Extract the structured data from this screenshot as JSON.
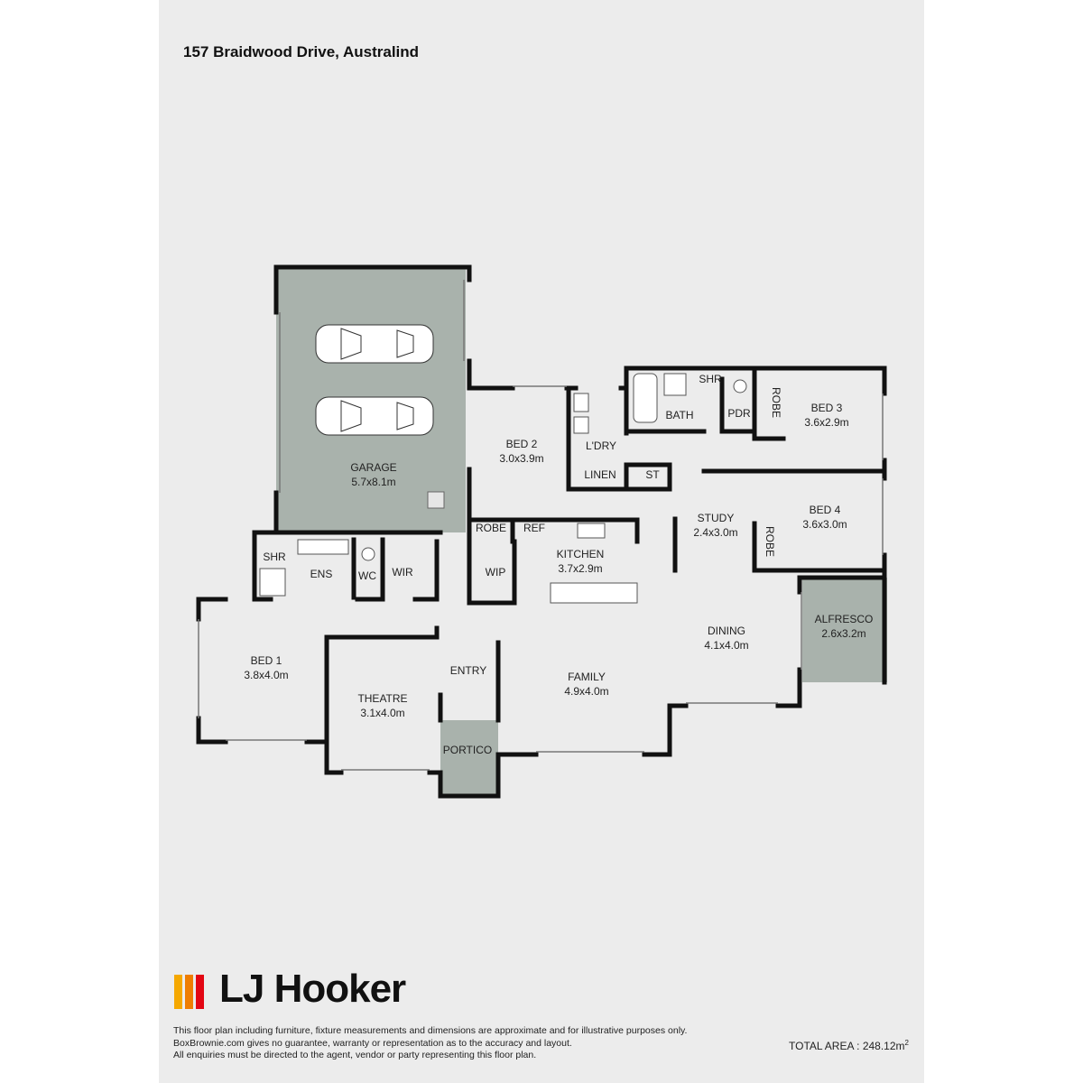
{
  "title": "157 Braidwood Drive, Australind",
  "rooms": {
    "garage": {
      "name": "GARAGE",
      "size": "5.7x8.1m"
    },
    "bed2": {
      "name": "BED 2",
      "size": "3.0x3.9m"
    },
    "laundry": {
      "name": "L'DRY"
    },
    "linen": {
      "name": "LINEN"
    },
    "store": {
      "name": "ST"
    },
    "bath": {
      "name": "BATH"
    },
    "shower_bath": {
      "name": "SHR"
    },
    "powder": {
      "name": "PDR"
    },
    "robe_bed3": {
      "name": "ROBE"
    },
    "bed3": {
      "name": "BED 3",
      "size": "3.6x2.9m"
    },
    "study": {
      "name": "STUDY",
      "size": "2.4x3.0m"
    },
    "bed4": {
      "name": "BED 4",
      "size": "3.6x3.0m"
    },
    "robe_bed4": {
      "name": "ROBE"
    },
    "robe_bed2": {
      "name": "ROBE"
    },
    "fridge": {
      "name": "REF"
    },
    "kitchen": {
      "name": "KITCHEN",
      "size": "3.7x2.9m"
    },
    "pantry": {
      "name": "WIP"
    },
    "shower_ens": {
      "name": "SHR"
    },
    "ensuite": {
      "name": "ENS"
    },
    "wc": {
      "name": "WC"
    },
    "wir": {
      "name": "WIR"
    },
    "dining": {
      "name": "DINING",
      "size": "4.1x4.0m"
    },
    "alfresco": {
      "name": "ALFRESCO",
      "size": "2.6x3.2m"
    },
    "bed1": {
      "name": "BED 1",
      "size": "3.8x4.0m"
    },
    "theatre": {
      "name": "THEATRE",
      "size": "3.1x4.0m"
    },
    "entry": {
      "name": "ENTRY"
    },
    "family": {
      "name": "FAMILY",
      "size": "4.9x4.0m"
    },
    "portico": {
      "name": "PORTICO"
    }
  },
  "brand": {
    "name": "LJ Hooker",
    "colors": [
      "#f5a800",
      "#ef7d00",
      "#e30613"
    ]
  },
  "disclaimer": [
    "This floor plan including furniture, fixture measurements and dimensions are approximate and for illustrative purposes only.",
    "BoxBrownie.com gives no guarantee, warranty or representation as to the accuracy and layout.",
    "All enquiries must be directed to the agent, vendor or party representing this floor plan."
  ],
  "total_area": {
    "label": "TOTAL AREA : ",
    "value": "248.12m",
    "unit_sup": "2"
  },
  "colors": {
    "sheet": "#ececec",
    "wall": "#111111",
    "garage_fill": "#a9b2ac",
    "outdoor_fill": "#a9b2ac"
  }
}
